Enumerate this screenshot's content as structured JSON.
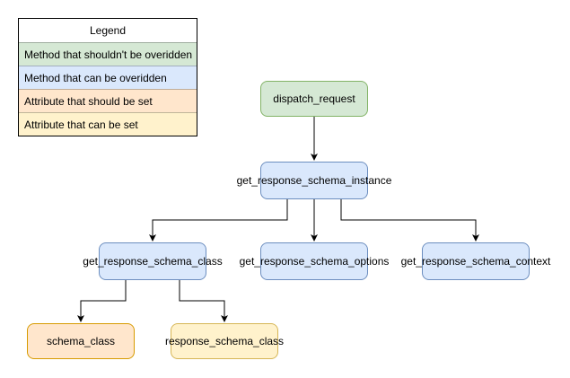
{
  "legend": {
    "title": "Legend",
    "items": [
      {
        "label": "Method that shouldn't be overidden",
        "fill": "#d5e8d4",
        "stroke": "#82b366"
      },
      {
        "label": "Method that can be overidden",
        "fill": "#dae8fc",
        "stroke": "#6c8ebf"
      },
      {
        "label": "Attribute that should be set",
        "fill": "#ffe6cc",
        "stroke": "#d79b00"
      },
      {
        "label": "Attribute that can be set",
        "fill": "#fff2cc",
        "stroke": "#d6b656"
      }
    ]
  },
  "nodes": {
    "dispatch_request": "dispatch_request",
    "get_response_schema_instance": "get_response_schema_instance",
    "get_response_schema_class": "get_response_schema_class",
    "get_response_schema_options": "get_response_schema_options",
    "get_response_schema_context": "get_response_schema_context",
    "schema_class": "schema_class",
    "response_schema_class": "response_schema_class"
  },
  "colors": {
    "green_fill": "#d5e8d4",
    "green_stroke": "#82b366",
    "blue_fill": "#dae8fc",
    "blue_stroke": "#6c8ebf",
    "orange_fill": "#ffe6cc",
    "orange_stroke": "#d79b00",
    "yellow_fill": "#fff2cc",
    "yellow_stroke": "#d6b656"
  }
}
